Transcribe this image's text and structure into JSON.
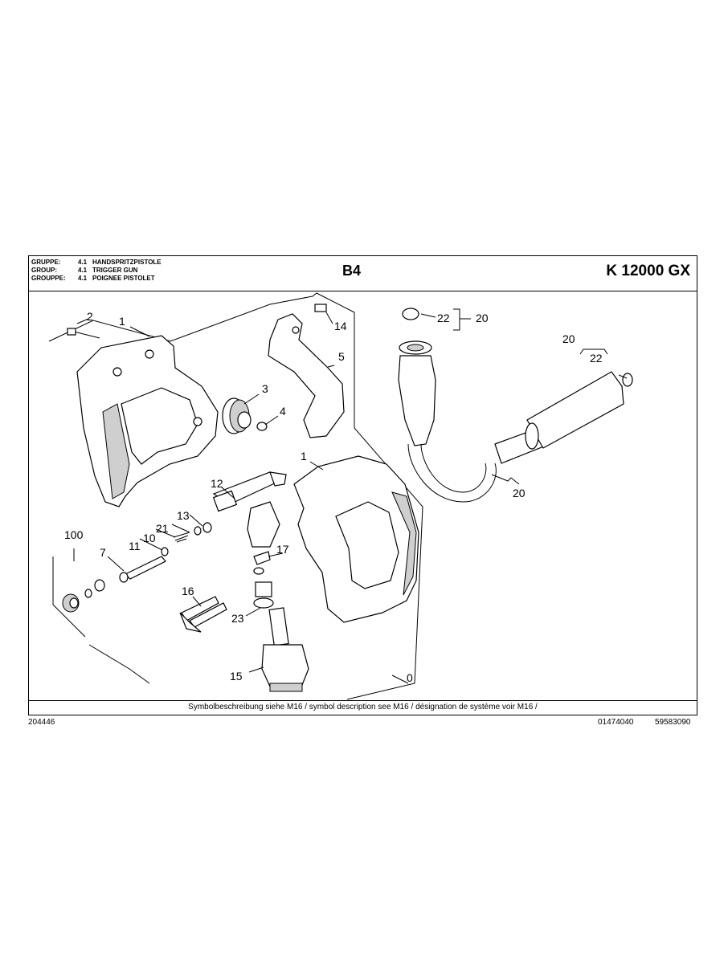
{
  "header": {
    "groups": [
      {
        "key": "GRUPPE:",
        "num": "4.1",
        "name": "HANDSPRITZPISTOLE"
      },
      {
        "key": "GROUP:",
        "num": "4.1",
        "name": "TRIGGER GUN"
      },
      {
        "key": "GROUPPE:",
        "num": "4.1",
        "name": "POIGNEE PISTOLET"
      }
    ],
    "sheet": "B4",
    "model": "K 12000 GX"
  },
  "callouts": {
    "c1a": "1",
    "c2": "2",
    "c3": "3",
    "c4": "4",
    "c5": "5",
    "c14": "14",
    "c22a": "22",
    "c20a": "20",
    "c20b": "20",
    "c22b": "22",
    "c20c": "20",
    "c1b": "1",
    "c12": "12",
    "c13": "13",
    "c21": "21",
    "c10": "10",
    "c11": "11",
    "c100": "100",
    "c7": "7",
    "c17": "17",
    "c16": "16",
    "c23": "23",
    "c15": "15",
    "c0": "0"
  },
  "footer": {
    "note": "Symbolbeschreibung siehe M16 / symbol description see M16 / désignation de système voir M16 /",
    "left_code": "204446",
    "mid_code": "01474040",
    "right_code": "59583090"
  }
}
